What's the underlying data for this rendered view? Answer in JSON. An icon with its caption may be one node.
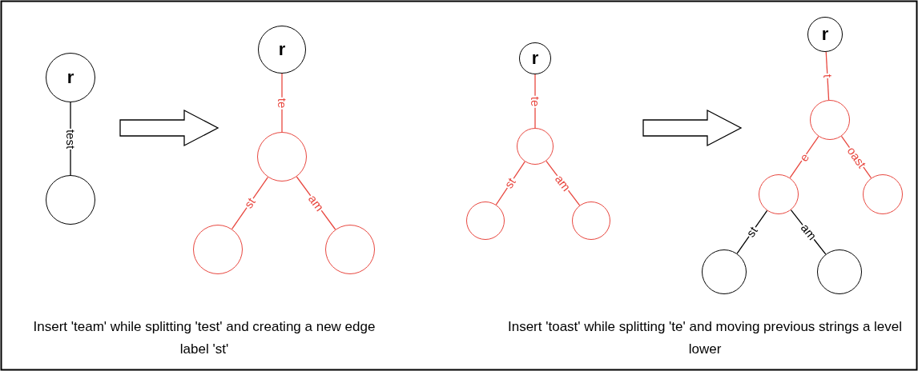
{
  "diagram": {
    "nodes": [
      {
        "text": [
          "r"
        ]
      },
      {
        "text": [],
        "shape": "circle"
      },
      {
        "text": [
          "r"
        ]
      },
      {
        "text": [],
        "shape": "circle"
      },
      {
        "text": [],
        "shape": "circle"
      },
      {
        "text": [],
        "shape": "circle"
      },
      {
        "text": [
          "r"
        ]
      },
      {
        "text": [],
        "shape": "circle"
      },
      {
        "text": [],
        "shape": "circle"
      },
      {
        "text": [],
        "shape": "circle"
      },
      {
        "text": [
          "r"
        ]
      },
      {
        "text": [],
        "shape": "circle"
      },
      {
        "text": [],
        "shape": "circle"
      },
      {
        "text": [],
        "shape": "circle"
      },
      {
        "text": [],
        "shape": "circle"
      },
      {
        "text": [],
        "shape": "circle"
      }
    ],
    "edges": [
      {
        "from": 0,
        "to": 1,
        "arrow": "none",
        "label": "test",
        "color": "#000000"
      },
      {
        "from": 2,
        "to": 3,
        "arrow": "none",
        "label": "te"
      },
      {
        "from": 3,
        "to": 4,
        "arrow": "none",
        "label": "st"
      },
      {
        "from": 3,
        "to": 5,
        "arrow": "none",
        "label": "am"
      },
      {
        "from": 6,
        "to": 7,
        "arrow": "none",
        "label": "te"
      },
      {
        "from": 7,
        "to": 8,
        "arrow": "none",
        "label": "st"
      },
      {
        "from": 7,
        "to": 9,
        "arrow": "none",
        "label": "am"
      },
      {
        "from": 10,
        "to": 11,
        "arrow": "none",
        "label": "t"
      },
      {
        "from": 11,
        "to": 12,
        "arrow": "none",
        "label": "e"
      },
      {
        "from": 11,
        "to": 13,
        "arrow": "none",
        "label": "oast"
      },
      {
        "from": 12,
        "to": 14,
        "arrow": "none",
        "label": "st",
        "color": "#000000"
      },
      {
        "from": 12,
        "to": 15,
        "arrow": "none",
        "label": "am",
        "color": "#000000"
      }
    ],
    "labels": [
      "Insert 'team' while splitting 'test' and creating a new edge label 'st'",
      "Insert 'toast' while splitting 'te' and moving previous strings a level lower"
    ]
  }
}
